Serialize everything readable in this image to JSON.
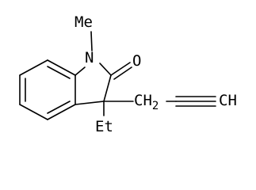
{
  "molecule": {
    "labels": {
      "methyl": "Me",
      "nitrogen": "N",
      "oxygen": "O",
      "ethyl": "Et",
      "propargyl_ch2": "CH2",
      "alkyne_ch": "CH"
    }
  },
  "colors": {
    "background": "#ffffff",
    "ink": "#000000"
  }
}
